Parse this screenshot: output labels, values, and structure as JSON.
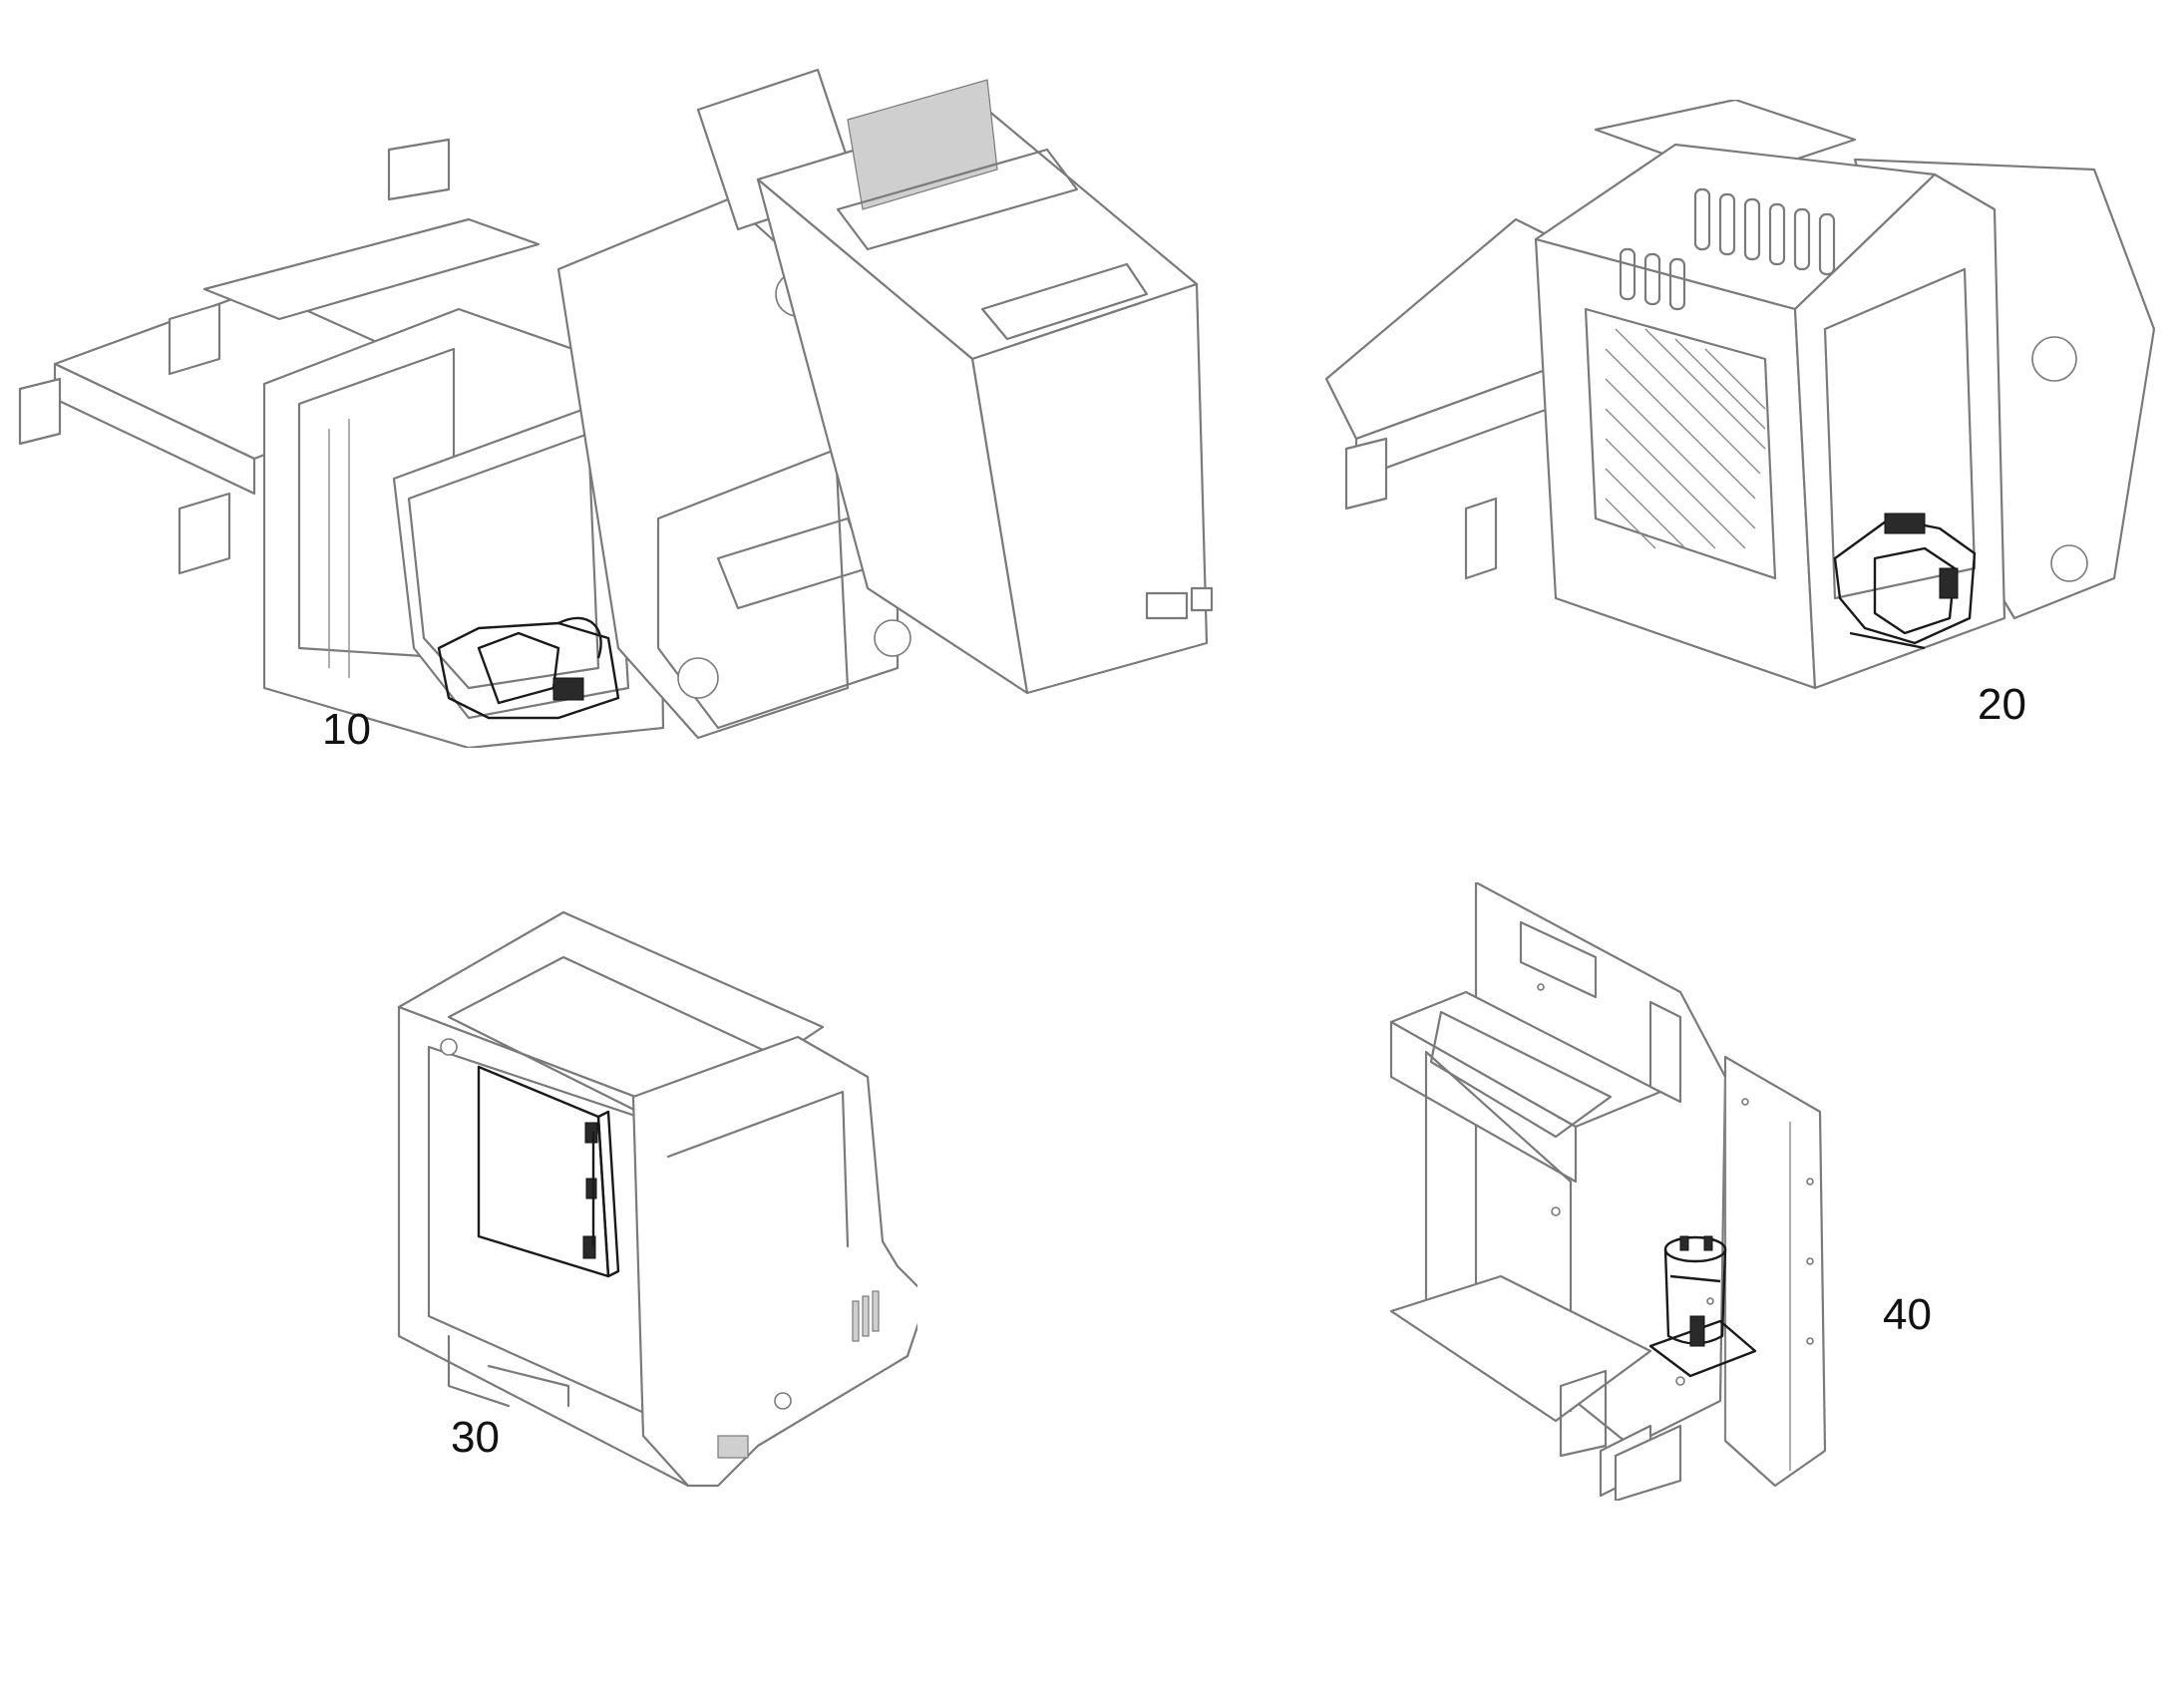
{
  "figure": {
    "views": [
      {
        "id": "view-10",
        "callout": "10"
      },
      {
        "id": "view-20",
        "callout": "20"
      },
      {
        "id": "view-30",
        "callout": "30"
      },
      {
        "id": "view-40",
        "callout": "40"
      }
    ]
  },
  "colors": {
    "line": "#7a7a7a",
    "highlight": "#1a1a1a",
    "background": "#ffffff"
  }
}
